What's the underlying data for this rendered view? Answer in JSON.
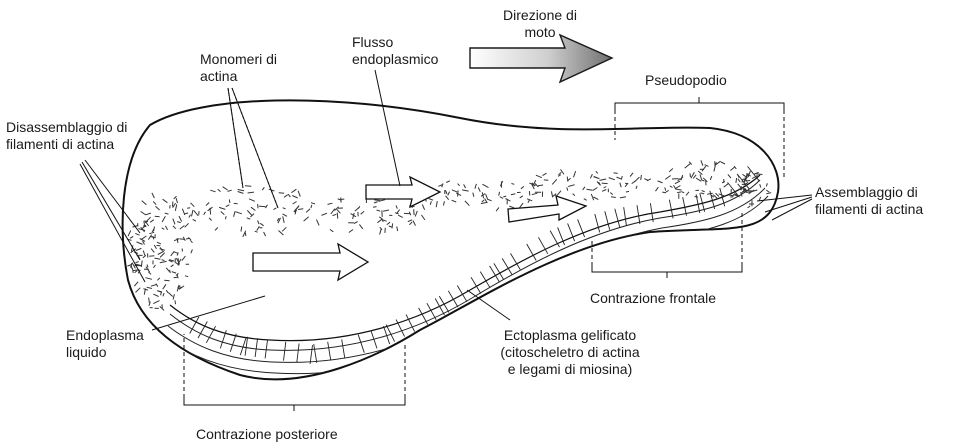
{
  "labels": {
    "direzione_moto": [
      "Direzione di",
      "moto"
    ],
    "monomeri_actina": [
      "Monomeri di",
      "actina"
    ],
    "flusso_endoplasmico": [
      "Flusso",
      "endoplasmico"
    ],
    "pseudopodio": [
      "Pseudopodio"
    ],
    "disassemblaggio": [
      "Disassemblaggio di",
      "filamenti di actina"
    ],
    "assemblaggio": [
      "Assemblaggio di",
      "filamenti di actina"
    ],
    "contrazione_frontale": [
      "Contrazione frontale"
    ],
    "endoplasma_liquido": [
      "Endoplasma",
      "liquido"
    ],
    "ectoplasma_gelificato": [
      "Ectoplasma gelificato",
      "(citoscheletro di actina",
      "e legami di miosina)"
    ],
    "contrazione_posteriore": [
      "Contrazione posteriore"
    ]
  }
}
